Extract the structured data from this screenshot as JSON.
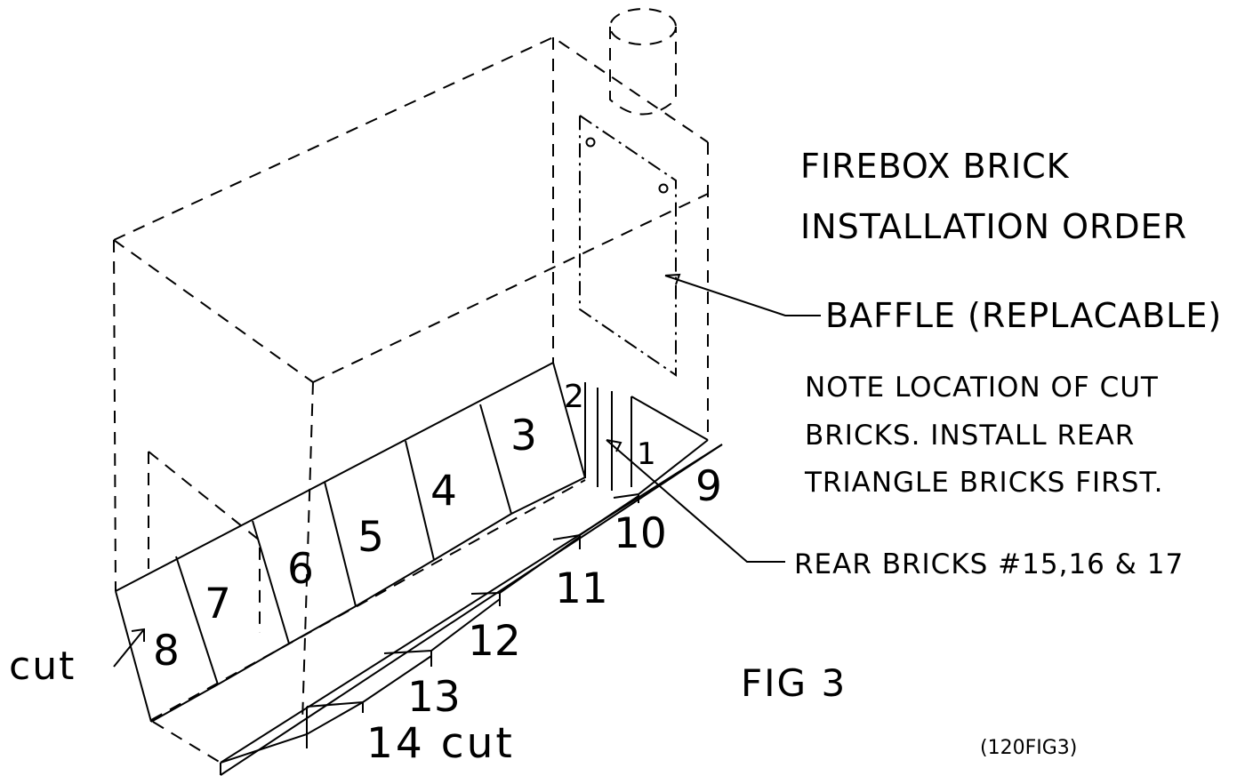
{
  "title": {
    "line1": "FIREBOX BRICK",
    "line2": "INSTALLATION ORDER"
  },
  "callouts": {
    "baffle": "BAFFLE  (REPLACABLE)",
    "rear_bricks": "REAR BRICKS #15,16 & 17",
    "cut_label": "cut"
  },
  "note": {
    "line1": "NOTE LOCATION OF CUT",
    "line2": "BRICKS.  INSTALL REAR",
    "line3": "TRIANGLE BRICKS FIRST."
  },
  "brick_numbers": {
    "b1": "1",
    "b2": "2",
    "b3": "3",
    "b4": "4",
    "b5": "5",
    "b6": "6",
    "b7": "7",
    "b8": "8",
    "b9": "9",
    "b10": "10",
    "b11": "11",
    "b12": "12",
    "b13": "13",
    "b14": "14 cut"
  },
  "figure": {
    "label": "FIG 3",
    "code": "(120FIG3)"
  }
}
